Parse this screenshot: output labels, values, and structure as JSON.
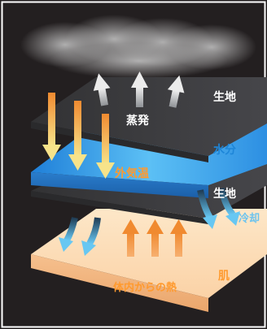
{
  "labels": {
    "steam": "蒸発",
    "cloth_top": "生地",
    "water": "水分",
    "outside_temp": "外気温",
    "cloth_bottom": "生地",
    "cooling": "冷却",
    "skin": "肌",
    "body_heat": "体内からの熱"
  },
  "colors": {
    "background": "#231f20",
    "cloth": "#3a3a3c",
    "water": "#2f8fe0",
    "skin": "#fde1c0",
    "warm_arrow": "#f39a3c",
    "cool_arrow": "#5fbfe8",
    "vapor_arrow": "#e6e6e6",
    "label_white": "#ffffff",
    "label_orange": "#ff9a2e",
    "label_blue": "#1e86d8"
  },
  "icons": [
    "vapor-up-arrow-icon",
    "outside-heat-arrow-icon",
    "cooling-arrow-icon",
    "body-heat-arrow-icon"
  ]
}
